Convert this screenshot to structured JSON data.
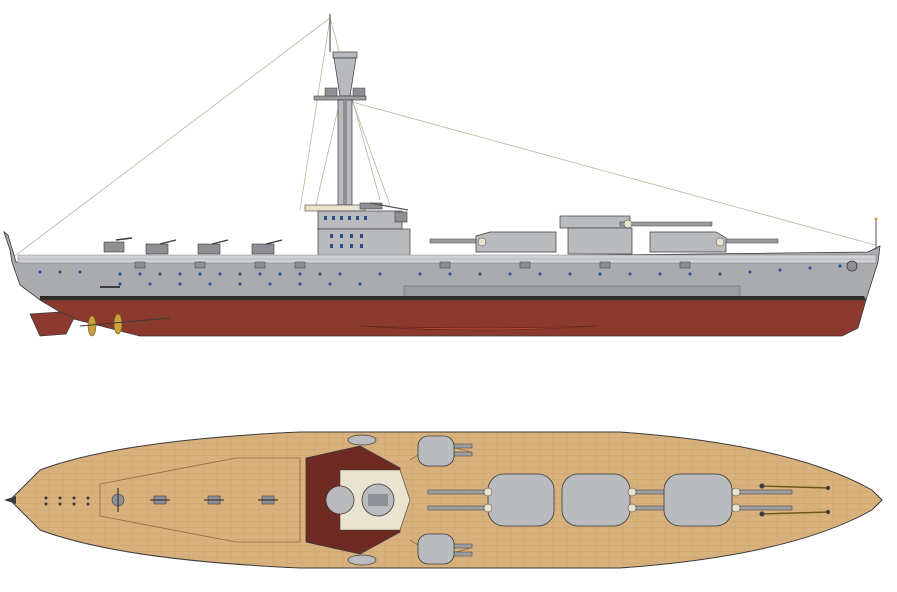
{
  "drawing": {
    "subject": "warship-profile-and-plan",
    "views": [
      "side-profile",
      "top-plan"
    ]
  },
  "colors": {
    "background": "#ffffff",
    "hull_upper": "#a9abaf",
    "hull_lower": "#8c3a2e",
    "boot_topping": "#2a2a2a",
    "deck_wood": "#d8b17c",
    "deck_line": "#8a6a45",
    "turret": "#b9bbbf",
    "turret_dark": "#8e9095",
    "superstructure": "#b8babe",
    "bridge_dark": "#6e2a22",
    "rigging": "#b9b49a",
    "porthole": "#2b4c8c",
    "propeller": "#c8a23a",
    "outline": "#3a3a3a"
  },
  "icons": {
    "turrets_side": [
      "main-turret-a",
      "main-turret-b",
      "main-turret-c"
    ],
    "secondary_guns_side": [
      "secondary-gun-1",
      "secondary-gun-2",
      "secondary-gun-3",
      "secondary-gun-4"
    ],
    "propellers": [
      "propeller-1",
      "propeller-2"
    ],
    "lifeboats": [
      "lifeboat-port",
      "lifeboat-starboard"
    ]
  }
}
